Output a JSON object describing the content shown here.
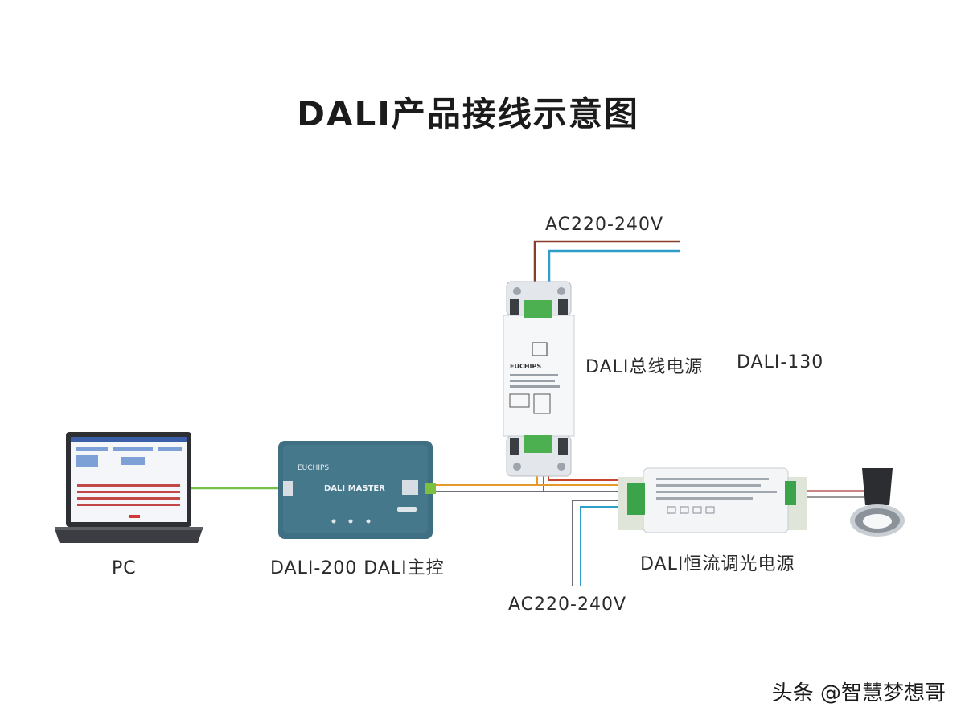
{
  "title": "DALI产品接线示意图",
  "labels": {
    "ac_top": "AC220-240V",
    "bus_power": "DALI总线电源",
    "bus_power_model": "DALI-130",
    "pc": "PC",
    "master": "DALI-200 DALI主控",
    "driver": "DALI恒流调光电源",
    "ac_bottom": "AC220-240V"
  },
  "devices": {
    "master_brand": "EUCHIPS",
    "master_name": "DALI MASTER",
    "bus_power_brand": "EUCHIPS"
  },
  "watermark": "头条 @智慧梦想哥",
  "colors": {
    "device_teal": "#3f6f82",
    "wire_brown": "#8a3b2a",
    "wire_blue": "#2f9ec9",
    "wire_orange": "#e59a2c",
    "wire_green": "#76c04a",
    "wire_gray": "#6b6f78"
  }
}
